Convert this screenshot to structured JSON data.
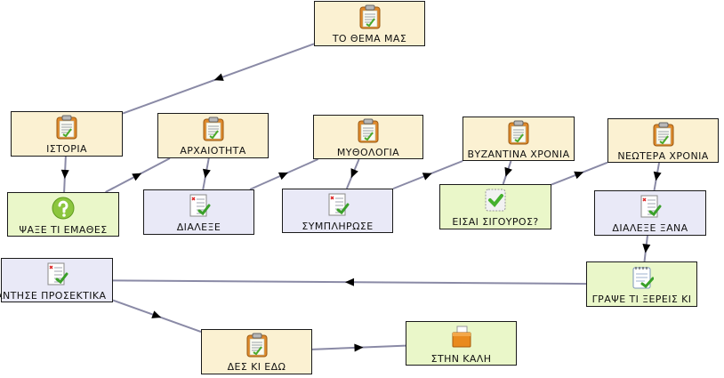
{
  "colors": {
    "topic_fill": "#fbf1d2",
    "task_fill": "#e9e9f7",
    "green_fill": "#eaf7c9",
    "edge": "#8a8aa6",
    "arrow": "#000000"
  },
  "nodes": {
    "to_thema_mas": {
      "label": "ΤΟ ΘΕΜΑ ΜΑΣ",
      "icon": "clipboard-icon"
    },
    "istoria": {
      "label": "ΙΣΤΟΡΙΑ",
      "icon": "clipboard-icon"
    },
    "archaiotita": {
      "label": "ΑΡΧΑΙΟΤΗΤΑ",
      "icon": "clipboard-icon"
    },
    "mythologia": {
      "label": "ΜΥΘΟΛΟΓΙΑ",
      "icon": "clipboard-icon"
    },
    "vyzantina": {
      "label": "ΒΥΖΑΝΤΙΝΑ ΧΡΟΝΙΑ",
      "icon": "clipboard-icon"
    },
    "neotera": {
      "label": "ΝΕΩΤΕΡΑ ΧΡΟΝΙΑ",
      "icon": "clipboard-icon"
    },
    "psaxe": {
      "label": "ΨΑΞΕ ΤΙ ΕΜΑΘΕΣ",
      "icon": "question-icon"
    },
    "dialexe": {
      "label": "ΔΙΑΛΕΞΕ",
      "icon": "quiz-check-icon"
    },
    "symplirose": {
      "label": "ΣΥΜΠΛΗΡΩΣΕ",
      "icon": "quiz-check-icon"
    },
    "eisai_sigouros": {
      "label": "ΕΙΣΑΙ ΣΙΓΟΥΡΟΣ?",
      "icon": "checkmark-icon"
    },
    "dialexe_xana": {
      "label": "ΔΙΑΛΕΞΕ ΞΑΝΑ",
      "icon": "quiz-check-icon"
    },
    "grapse": {
      "label": "ΓΡΑΨΕ ΤΙ ΞΕΡΕΙΣ ΚΙ",
      "icon": "notepad-check-icon"
    },
    "apantise": {
      "label": "ΑΠΑΝΤΗΣΕ ΠΡΟΣΕΚΤΙΚΑ",
      "icon": "quiz-check-icon"
    },
    "des_ki_edo": {
      "label": "ΔΕΣ ΚΙ ΕΔΩ",
      "icon": "clipboard-icon"
    },
    "stin_kali": {
      "label": "ΣΤΗΝ ΚΑΛΗ",
      "icon": "dropbox-icon"
    }
  },
  "edges": [
    [
      "to_thema_mas",
      "istoria"
    ],
    [
      "istoria",
      "psaxe"
    ],
    [
      "psaxe",
      "archaiotita"
    ],
    [
      "archaiotita",
      "dialexe"
    ],
    [
      "dialexe",
      "mythologia"
    ],
    [
      "mythologia",
      "symplirose"
    ],
    [
      "symplirose",
      "vyzantina"
    ],
    [
      "vyzantina",
      "eisai_sigouros"
    ],
    [
      "eisai_sigouros",
      "neotera"
    ],
    [
      "neotera",
      "dialexe_xana"
    ],
    [
      "dialexe_xana",
      "grapse"
    ],
    [
      "grapse",
      "apantise"
    ],
    [
      "apantise",
      "des_ki_edo"
    ],
    [
      "des_ki_edo",
      "stin_kali"
    ]
  ]
}
